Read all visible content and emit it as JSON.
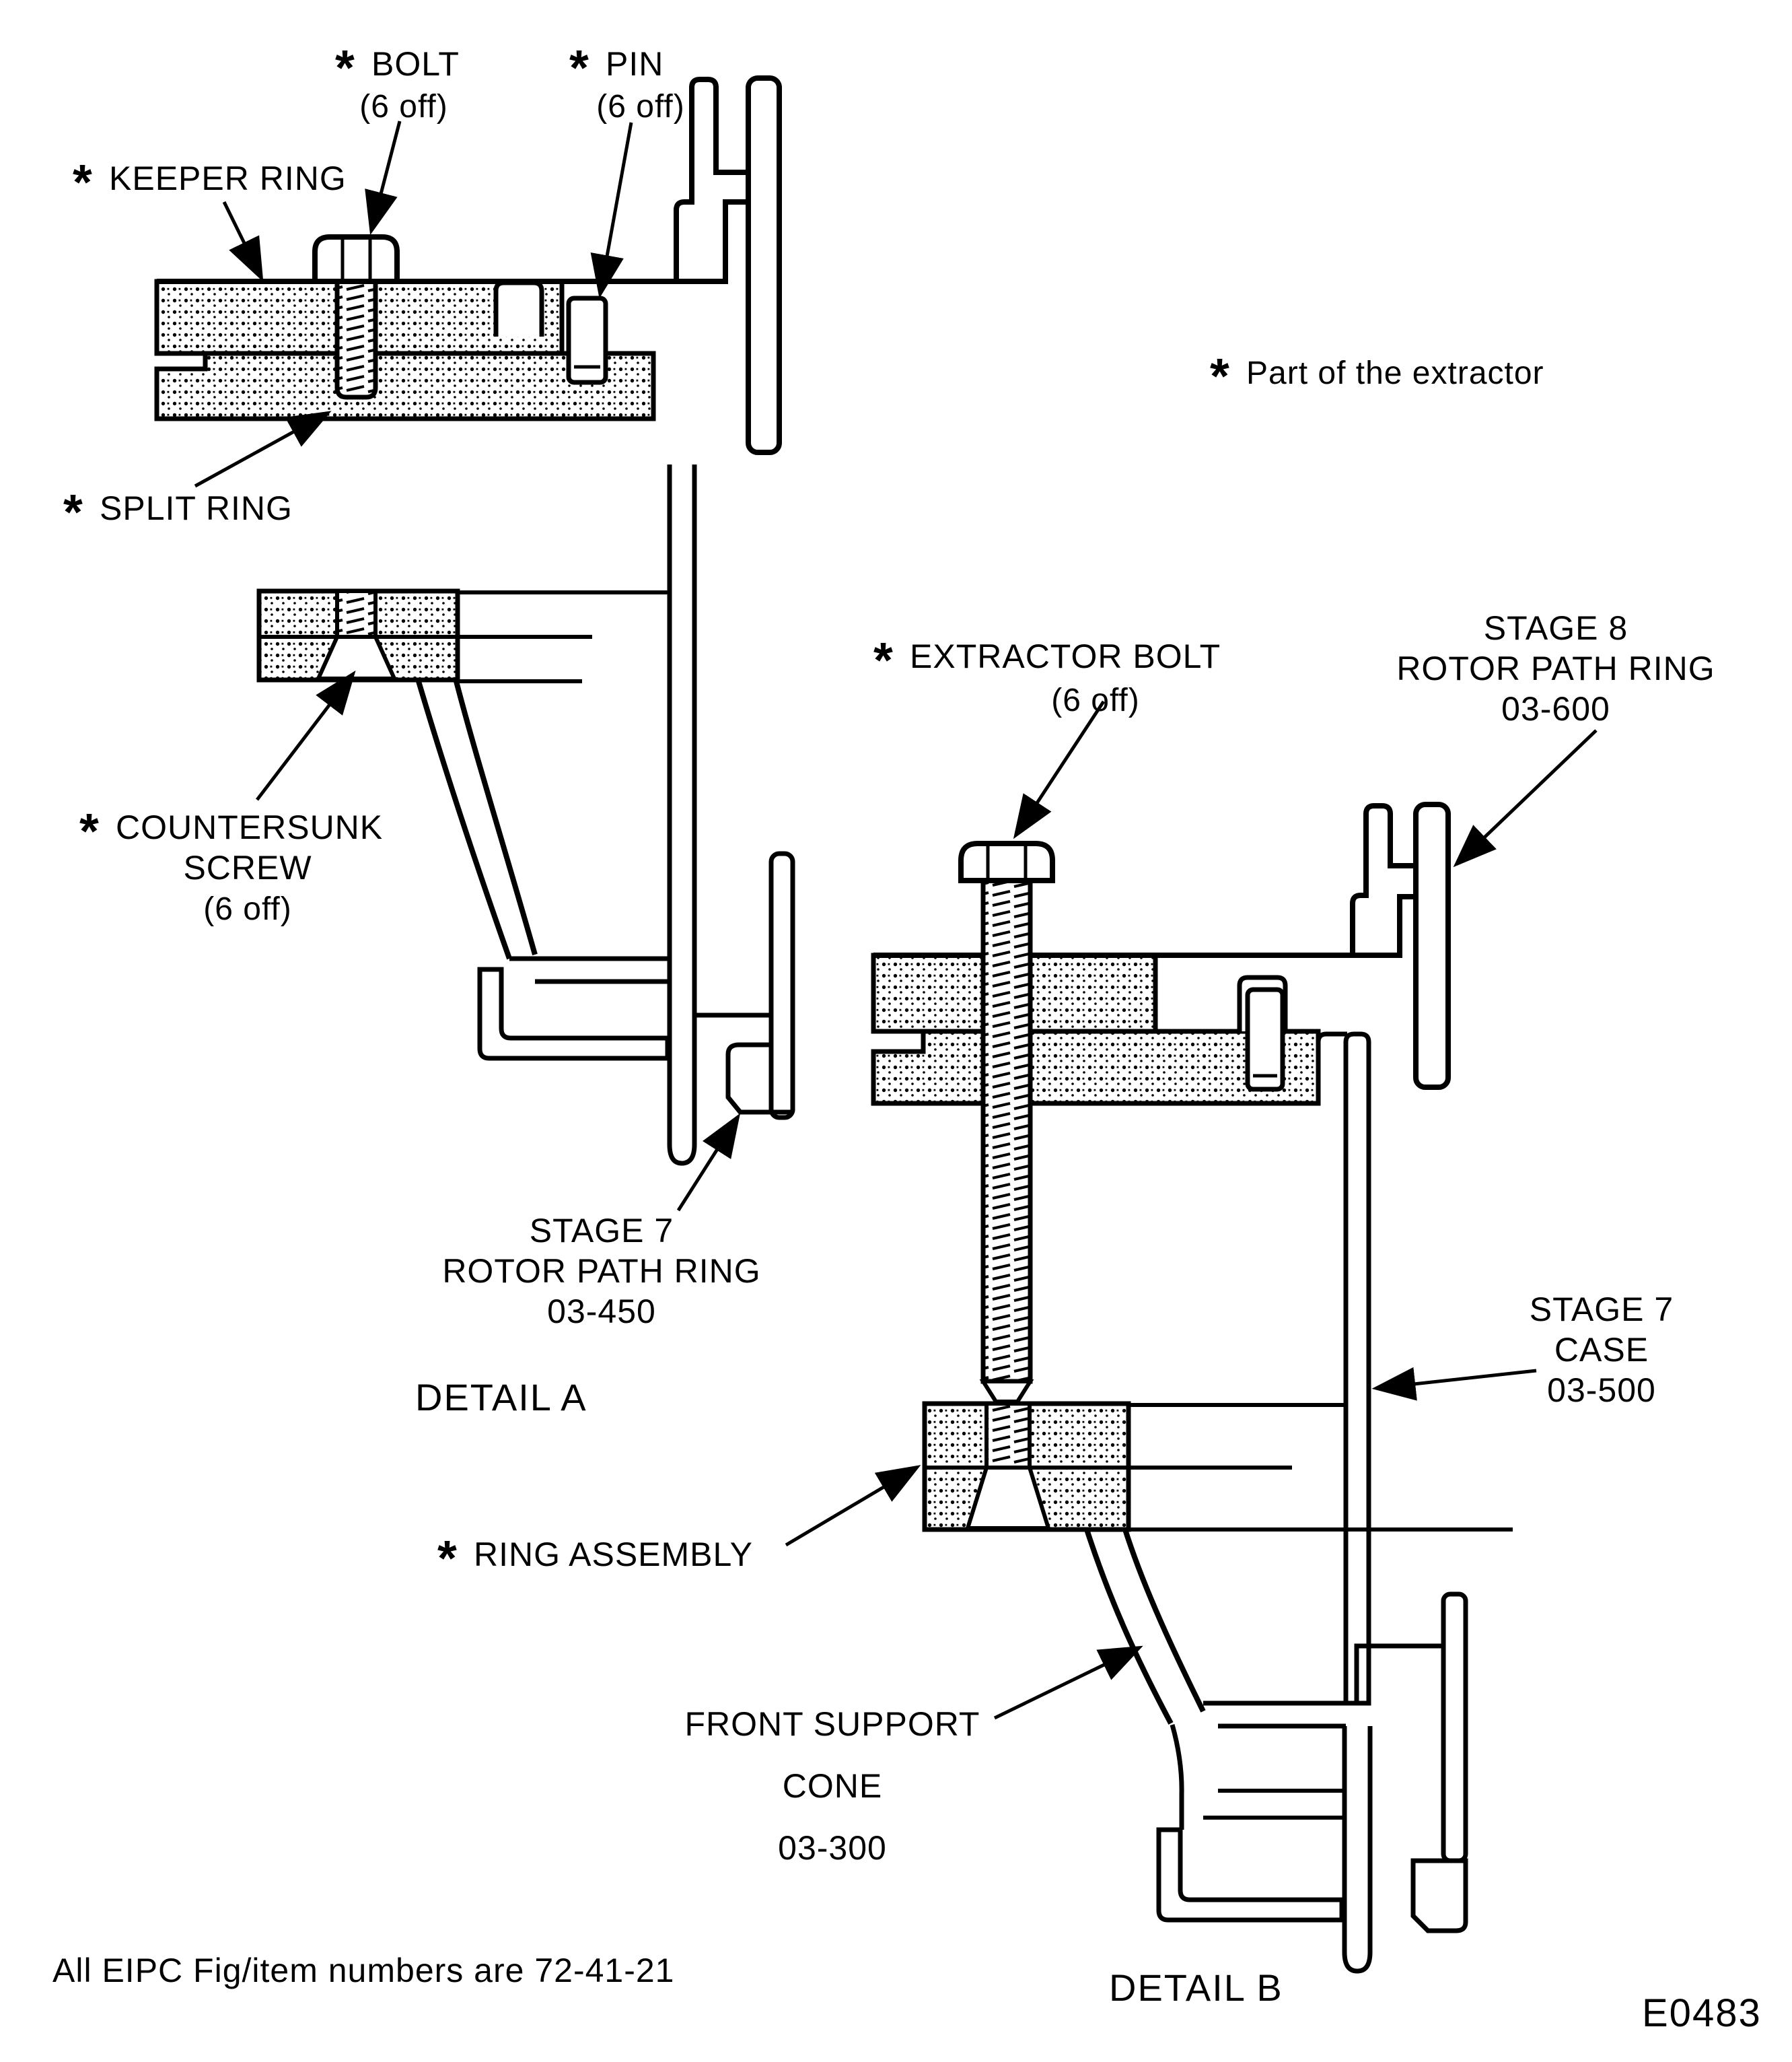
{
  "figure": {
    "asterisk": "*",
    "extractor_note": "Part of the extractor",
    "footer_note": "All EIPC Fig/item numbers are 72-41-21",
    "figure_code": "E0483",
    "colors": {
      "ink": "#000000",
      "paper": "#ffffff"
    }
  },
  "detail_a": {
    "caption": "DETAIL A",
    "bolt": {
      "name": "BOLT",
      "qty": "(6 off)"
    },
    "pin": {
      "name": "PIN",
      "qty": "(6 off)"
    },
    "keeper_ring": "KEEPER RING",
    "split_ring": "SPLIT RING",
    "countersunk_screw": {
      "name": "COUNTERSUNK",
      "name2": "SCREW",
      "qty": "(6 off)"
    },
    "stage7_rotor_path_ring": {
      "line1": "STAGE 7",
      "line2": "ROTOR PATH RING",
      "line3": "03-450"
    }
  },
  "detail_b": {
    "caption": "DETAIL B",
    "extractor_bolt": {
      "name": "EXTRACTOR BOLT",
      "qty": "(6 off)"
    },
    "stage8_rotor_path_ring": {
      "line1": "STAGE 8",
      "line2": "ROTOR PATH RING",
      "line3": "03-600"
    },
    "stage7_case": {
      "line1": "STAGE 7",
      "line2": "CASE",
      "line3": "03-500"
    },
    "ring_assembly": "RING ASSEMBLY",
    "front_support_cone": {
      "line1": "FRONT SUPPORT",
      "line2": "CONE",
      "line3": "03-300"
    }
  }
}
